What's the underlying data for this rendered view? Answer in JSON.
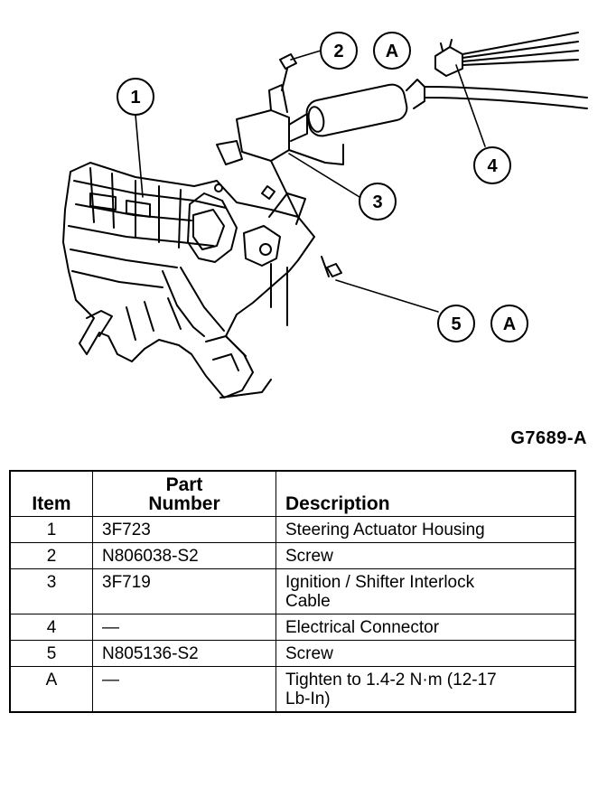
{
  "figure": {
    "callouts": [
      {
        "label": "1"
      },
      {
        "label": "2"
      },
      {
        "label": "A"
      },
      {
        "label": "3"
      },
      {
        "label": "4"
      },
      {
        "label": "5"
      },
      {
        "label": "A"
      }
    ],
    "figure_id": "G7689-A"
  },
  "table": {
    "headers": {
      "item": "Item",
      "part_line1": "Part",
      "part_line2": "Number",
      "description": "Description"
    },
    "rows": [
      {
        "item": "1",
        "part": "3F723",
        "desc_line1": "Steering Actuator Housing",
        "desc_line2": ""
      },
      {
        "item": "2",
        "part": "N806038-S2",
        "desc_line1": "Screw",
        "desc_line2": ""
      },
      {
        "item": "3",
        "part": "3F719",
        "desc_line1": "Ignition / Shifter Interlock",
        "desc_line2": "Cable"
      },
      {
        "item": "4",
        "part": "—",
        "desc_line1": "Electrical Connector",
        "desc_line2": ""
      },
      {
        "item": "5",
        "part": "N805136-S2",
        "desc_line1": "Screw",
        "desc_line2": ""
      },
      {
        "item": "A",
        "part": "—",
        "desc_line1": "Tighten to 1.4-2 N·m (12-17",
        "desc_line2": "Lb-In)"
      }
    ]
  }
}
